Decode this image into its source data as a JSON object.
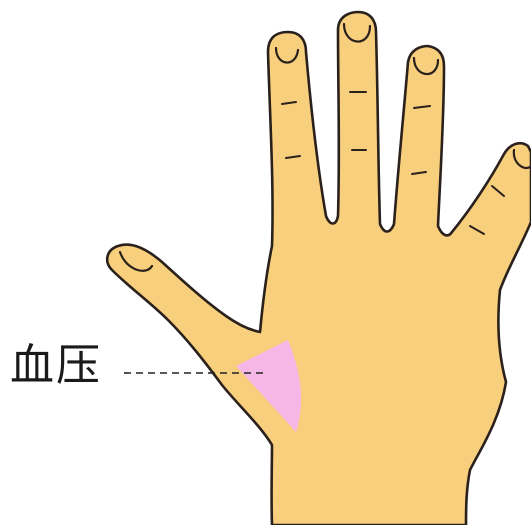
{
  "label": {
    "text": "血压"
  },
  "colors": {
    "skin": "#f8cf7c",
    "outline": "#2a211c",
    "zone": "#f5b8e6",
    "leader": "#222222",
    "background": "#ffffff"
  },
  "icons": {
    "hand": "hand-palm-illustration",
    "zone": "blood-pressure-reflex-zone"
  }
}
